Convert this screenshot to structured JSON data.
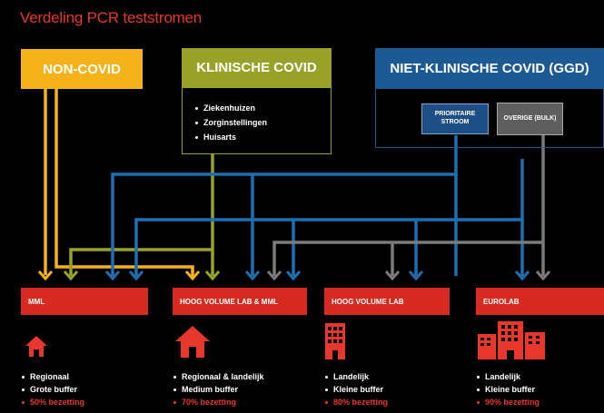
{
  "title": "Verdeling PCR teststromen",
  "sources": {
    "non_covid": "NON-COVID",
    "klinische_covid": "KLINISCHE COVID",
    "niet_klinische_covid": "NIET-KLINISCHE COVID (GGD)"
  },
  "klinische_items": [
    "Ziekenhuizen",
    "Zorginstellingen",
    "Huisarts"
  ],
  "subsources": {
    "prioritaire": "PRIORITAIRE STROOM",
    "overige": "OVERIGE (BULK)"
  },
  "labs": [
    {
      "name": "MML",
      "bullets": [
        "Regionaal",
        "Grote buffer",
        "50% bezetting"
      ]
    },
    {
      "name": "HOOG VOLUME LAB & MML",
      "bullets": [
        "Regionaal & landelijk",
        "Medium buffer",
        "70% bezetting"
      ]
    },
    {
      "name": "HOOG VOLUME LAB",
      "bullets": [
        "Landelijk",
        "Kleine buffer",
        "80% bezetting"
      ]
    },
    {
      "name": "EUROLAB",
      "bullets": [
        "Landelijk",
        "Kleine buffer",
        "90% bezetting"
      ]
    }
  ],
  "colors": {
    "title": "#e43a2e",
    "non_covid": "#f5b21a",
    "klinische_covid": "#98a229",
    "niet_klinische_covid": "#1d5a93",
    "flow_blue": "#1d6fb4",
    "flow_gray": "#7b7b7b",
    "lab": "#d62a22",
    "background": "#000000"
  },
  "icons": [
    "house-small-icon",
    "house-large-icon",
    "building-icon",
    "buildings-complex-icon"
  ]
}
